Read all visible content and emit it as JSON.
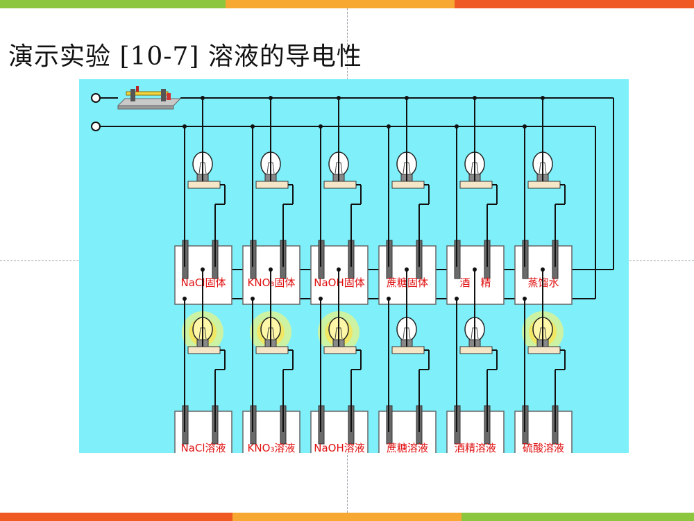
{
  "title": "演示实验 [10-7] 溶液的导电性",
  "colors": {
    "bar_top": [
      "#8cc63f",
      "#f7a833",
      "#f7a833",
      "#ef5a24"
    ],
    "bar_bottom": [
      "#ef5a24",
      "#f7a833",
      "#f7a833",
      "#8cc63f"
    ],
    "panel_bg": "#7ff0fa",
    "label_text": "#e01010",
    "bulb_glow": "#fff36b"
  },
  "row1": [
    {
      "label": "NaCl固体",
      "lit": false
    },
    {
      "label": "KNO₃固体",
      "lit": false
    },
    {
      "label": "NaOH固体",
      "lit": false
    },
    {
      "label": "蔗糖固体",
      "lit": false
    },
    {
      "label": "酒　精",
      "lit": false
    },
    {
      "label": "蒸馏水",
      "lit": false
    }
  ],
  "row2": [
    {
      "label": "NaCl溶液",
      "lit": true
    },
    {
      "label": "KNO₃溶液",
      "lit": true
    },
    {
      "label": "NaOH溶液",
      "lit": true
    },
    {
      "label": "蔗糖溶液",
      "lit": false
    },
    {
      "label": "酒精溶液",
      "lit": false
    },
    {
      "label": "硫酸溶液",
      "lit": true
    }
  ]
}
